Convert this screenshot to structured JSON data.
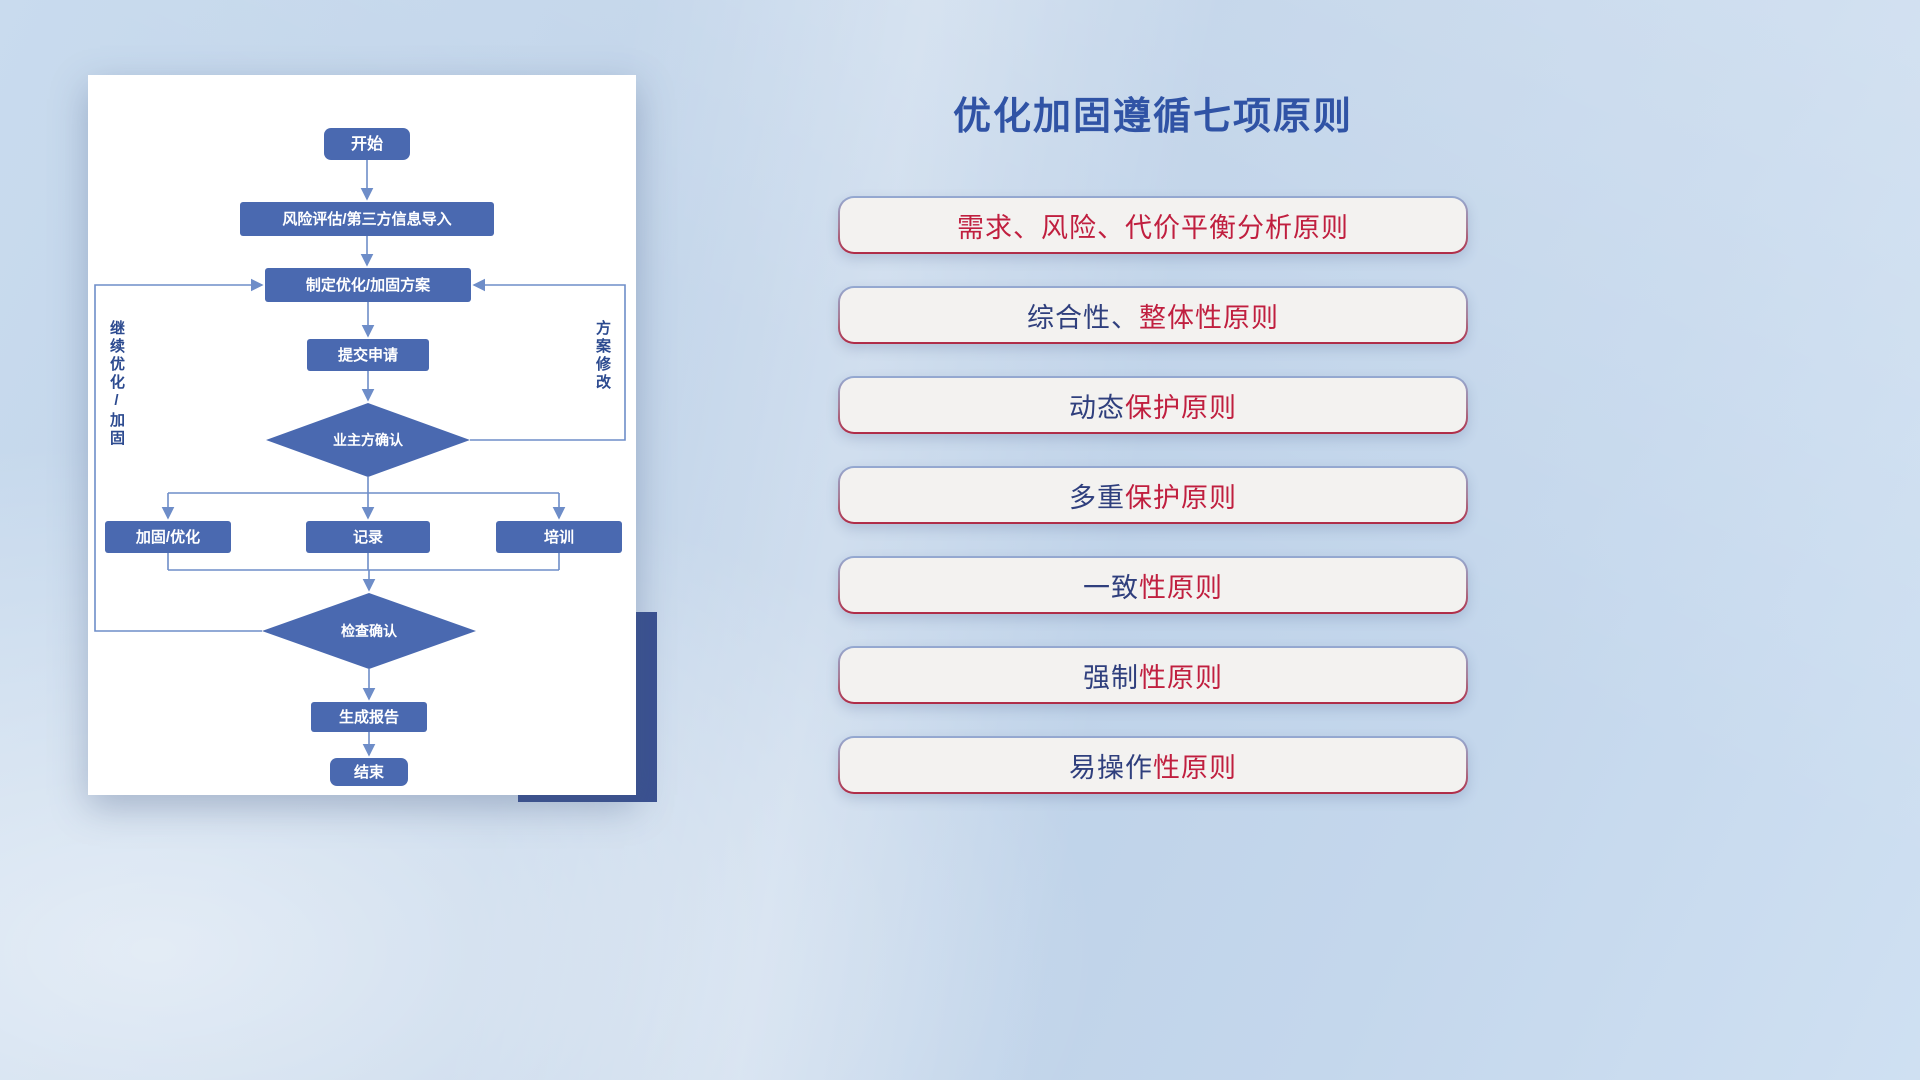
{
  "slide": {
    "title": "优化加固遵循七项原则"
  },
  "colors": {
    "red": "#c01f3f",
    "navy": "#2f3f7d",
    "title": "#3053a5",
    "node_fill": "#4a69b0",
    "connector": "#6e8dc8",
    "accent_block": "#3a5191"
  },
  "flowchart": {
    "nodes": {
      "start": "开始",
      "risk": "风险评估/第三方信息导入",
      "plan": "制定优化/加固方案",
      "submit": "提交申请",
      "owner_confirm": "业主方确认",
      "reinforce": "加固/优化",
      "record": "记录",
      "training": "培训",
      "check_confirm": "检查确认",
      "report": "生成报告",
      "end": "结束"
    },
    "side_labels": {
      "left": "继续优化/加固",
      "right": "方案修改"
    }
  },
  "principles": {
    "items": [
      {
        "segments": [
          {
            "text": "需求、风险、代价平衡分析原则",
            "color": "red"
          }
        ]
      },
      {
        "segments": [
          {
            "text": "综合性、",
            "color": "navy"
          },
          {
            "text": "整体性原则",
            "color": "red"
          }
        ]
      },
      {
        "segments": [
          {
            "text": "动态",
            "color": "navy"
          },
          {
            "text": "保护原则",
            "color": "red"
          }
        ]
      },
      {
        "segments": [
          {
            "text": "多重",
            "color": "navy"
          },
          {
            "text": "保护原则",
            "color": "red"
          }
        ]
      },
      {
        "segments": [
          {
            "text": "一致",
            "color": "navy"
          },
          {
            "text": "性原则",
            "color": "red"
          }
        ]
      },
      {
        "segments": [
          {
            "text": "强制",
            "color": "navy"
          },
          {
            "text": "性原则",
            "color": "red"
          }
        ]
      },
      {
        "segments": [
          {
            "text": "易操作",
            "color": "navy"
          },
          {
            "text": "性原则",
            "color": "red"
          }
        ]
      }
    ]
  }
}
